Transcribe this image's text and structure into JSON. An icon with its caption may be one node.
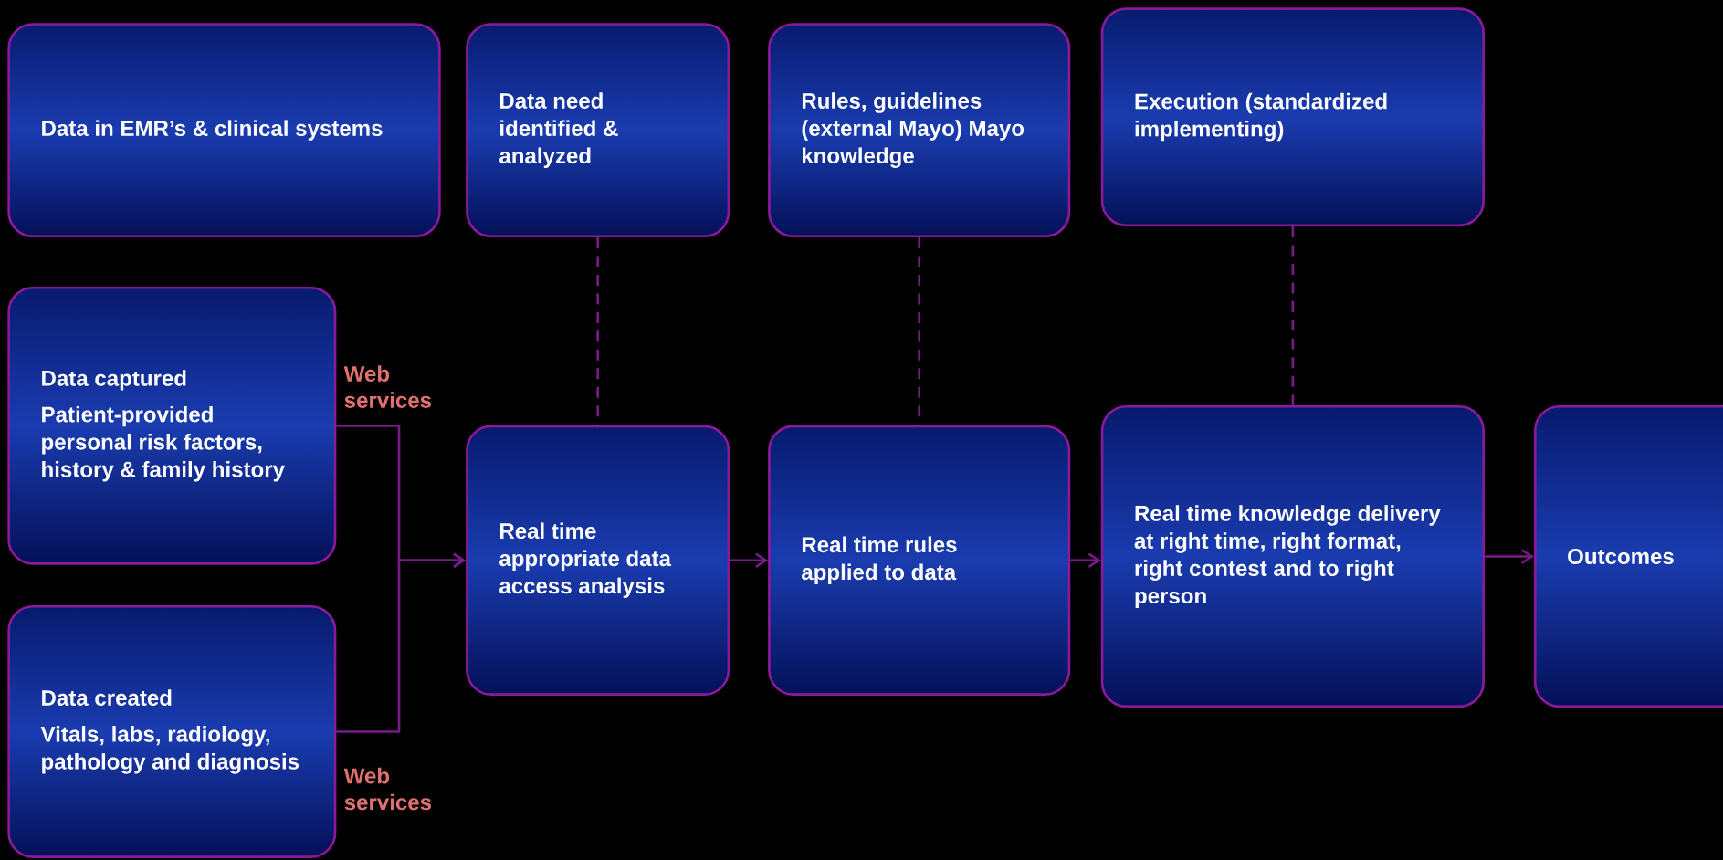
{
  "diagram": {
    "nodes": [
      {
        "text": [
          "Data in EMR’s & clinical systems"
        ]
      },
      {
        "text": [
          "Data need identified & analyzed"
        ]
      },
      {
        "text": [
          "Rules, guidelines (external Mayo) Mayo knowledge"
        ]
      },
      {
        "text": [
          "Execution (standardized implementing)"
        ]
      },
      {
        "text": [
          "Data captured",
          "Patient-provided personal risk factors, history & family history"
        ]
      },
      {
        "text": [
          "Data created",
          "Vitals, labs, radiology, pathology and diagnosis"
        ]
      },
      {
        "text": [
          "Real time appropriate data access analysis"
        ]
      },
      {
        "text": [
          "Real time rules applied to data"
        ]
      },
      {
        "text": [
          "Real time knowledge delivery at right time, right format, right contest and to right person"
        ]
      },
      {
        "text": [
          "Outcomes"
        ]
      }
    ],
    "edges": [
      {
        "from": 4,
        "to": 6,
        "arrow": "to"
      },
      {
        "from": 5,
        "to": 6,
        "arrow": "to"
      },
      {
        "from": 6,
        "to": 7,
        "arrow": "to"
      },
      {
        "from": 7,
        "to": 8,
        "arrow": "to"
      },
      {
        "from": 8,
        "to": 9,
        "arrow": "to"
      },
      {
        "from": 1,
        "to": 6,
        "arrow": "none",
        "style": "dashed"
      },
      {
        "from": 2,
        "to": 7,
        "arrow": "none",
        "style": "dashed"
      },
      {
        "from": 3,
        "to": 8,
        "arrow": "none",
        "style": "dashed"
      }
    ],
    "labels": [
      "Web services",
      "Web services"
    ]
  }
}
